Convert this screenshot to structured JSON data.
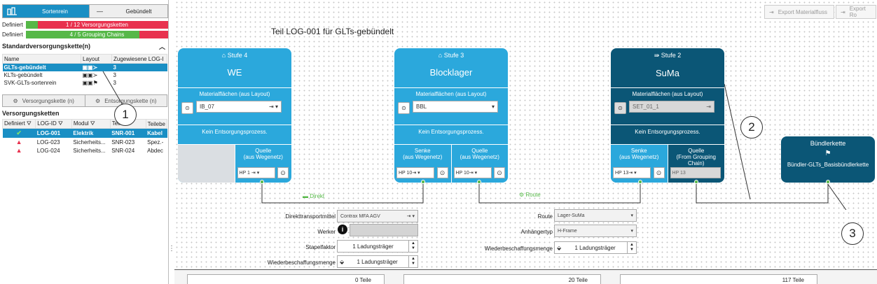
{
  "left": {
    "toggle": {
      "active": "Sortenrein",
      "separator": "—",
      "inactive": "Gebündelt"
    },
    "definiert_rows": [
      {
        "label": "Definiert",
        "text": "1 / 12 Versorgungsketten",
        "progress": 0.0833
      },
      {
        "label": "Definiert",
        "text": "4 / 5 Grouping Chains",
        "progress": 0.8
      }
    ],
    "std_title": "Standardversorgungskette(n)",
    "std_columns": [
      "Name",
      "Layout",
      "Zugewiesene LOG-I"
    ],
    "std_rows": [
      {
        "name": "GLTs-gebündelt",
        "value": "3"
      },
      {
        "name": "KLTs-gebündelt",
        "value": "3"
      },
      {
        "name": "SVK-GLTs-sortenrein",
        "value": "3"
      }
    ],
    "versorgung_btn": "Versorgungskette (n)",
    "entsorgung_btn": "Entsorgungskette (n)",
    "vk_title": "Versorgungsketten",
    "vk_columns": [
      "Definiert",
      "LOG-ID",
      "Modul",
      "Teil",
      "Teilebe"
    ],
    "vk_rows": [
      {
        "status": "ok",
        "log": "LOG-001",
        "modul": "Elektrik",
        "teil": "SNR-001",
        "extra": "Kabel"
      },
      {
        "status": "err",
        "log": "LOG-023",
        "modul": "Sicherheits...",
        "teil": "SNR-023",
        "extra": "Spez.-"
      },
      {
        "status": "err",
        "log": "LOG-024",
        "modul": "Sicherheits...",
        "teil": "SNR-024",
        "extra": "Abdec"
      }
    ]
  },
  "toolbar": {
    "export1": "Export Materialfluss",
    "export2": "Export Ro"
  },
  "title": "Teil LOG-001 für GLTs-gebündelt",
  "stages": [
    {
      "stufe": "Stufe 4",
      "name": "WE",
      "mf_label": "Materialflächen (aus Layout)",
      "mf_value": "IB_07",
      "kein": "Kein Entsorgungsprozess.",
      "senke_label": "",
      "quelle_label": "Quelle\n(aus Wegenetz)",
      "quelle_hp": "HP 1"
    },
    {
      "stufe": "Stufe 3",
      "name": "Blocklager",
      "mf_label": "Materialflächen (aus Layout)",
      "mf_value": "BBL",
      "kein": "Kein Entsorgungsprozess.",
      "senke_label": "Senke\n(aus Wegenetz)",
      "senke_hp": "HP 10",
      "quelle_label": "Quelle\n(aus Wegenetz)",
      "quelle_hp": "HP 10"
    },
    {
      "stufe": "Stufe 2",
      "name": "SuMa",
      "mf_label": "Materialflächen (aus Layout)",
      "mf_value": "SET_01_1",
      "kein": "Kein Entsorgungsprozess.",
      "senke_label": "Senke\n(aus Wegenetz)",
      "senke_hp": "HP 13",
      "quelle_label": "Quelle\n(From Grouping Chain)",
      "quelle_hp": "HP 13"
    }
  ],
  "bundler": {
    "title": "Bündlerkette",
    "name": "Bündler-GLTs_Basisbündlerkette"
  },
  "transitions": {
    "direkt": "Direkt",
    "route": "Route"
  },
  "form_left": {
    "direkt_label": "Direkttransportmittel",
    "direkt_value": "Contrax MFA AGV",
    "werker_label": "Werker",
    "stapel_label": "Stapelfaktor",
    "stapel_value": "1 Ladungsträger",
    "wieder_label": "Wiederbeschaffungsmenge",
    "wieder_value": "1 Ladungsträger"
  },
  "form_right": {
    "route_label": "Route",
    "route_value": "Lager-SuMa",
    "anh_label": "Anhängertyp",
    "anh_value": "H-Frame",
    "wieder_label": "Wiederbeschaffungsmenge",
    "wieder_value": "1 Ladungsträger"
  },
  "bottom": {
    "v1": "0 Teile",
    "v2": "20 Teile",
    "v3": "117 Teile"
  },
  "callouts": [
    "1",
    "2",
    "3"
  ]
}
